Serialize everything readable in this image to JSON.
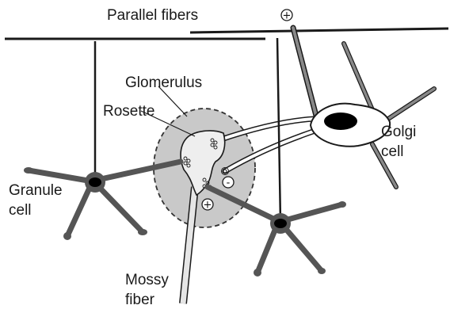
{
  "labels": {
    "parallel_fibers": "Parallel fibers",
    "glomerulus": "Glomerulus",
    "rosette": "Rosette",
    "golgi_line1": "Golgi",
    "golgi_line2": "cell",
    "granule_line1": "Granule",
    "granule_line2": "cell",
    "mossy_line1": "Mossy",
    "mossy_line2": "fiber"
  },
  "signs": {
    "excitatory": "+",
    "inhibitory": "-"
  },
  "colors": {
    "line": "#1a1a1a",
    "dendrite": "#555555",
    "glomerulus_fill": "#c9c9c9",
    "rosette_fill": "#eeeeee",
    "soma": "#000000"
  }
}
